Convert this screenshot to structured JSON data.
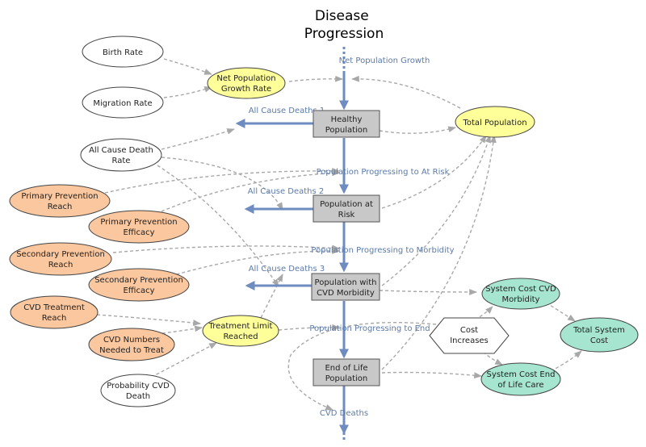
{
  "title": [
    "Disease",
    "Progression"
  ],
  "colors": {
    "stock": "#c8c8c8",
    "converter_auxiliary": "#ffff99",
    "input_orange": "#fbc79f",
    "cost_green": "#a6e5cf",
    "plain": "#ffffff",
    "pipe": "#6e8cc0",
    "link": "#a8a8a8"
  },
  "stocks": {
    "healthy": [
      "Healthy",
      "Population"
    ],
    "at_risk": [
      "Population at",
      "Risk"
    ],
    "cvd": [
      "Population with",
      "CVD Morbidity"
    ],
    "end_of_life": [
      "End of Life",
      "Population"
    ]
  },
  "flows": {
    "net_growth": "Net Population Growth",
    "all_cause_1": "All Cause Deaths 1",
    "progress_at_risk": "Population Progressing to At Risk",
    "all_cause_2": "All Cause Deaths 2",
    "progress_morbidity": "Population Progressing to Morbidity",
    "all_cause_3": "All Cause Deaths 3",
    "progress_end": "Population Progressing to End",
    "cvd_deaths": "CVD Deaths"
  },
  "variables": {
    "birth_rate": [
      "Birth Rate"
    ],
    "migration_rate": [
      "Migration Rate"
    ],
    "net_growth_rate": [
      "Net Population",
      "Growth Rate"
    ],
    "total_population": [
      "Total Population"
    ],
    "all_cause_death_rate": [
      "All Cause Death",
      "Rate"
    ],
    "primary_reach": [
      "Primary Prevention",
      "Reach"
    ],
    "primary_efficacy": [
      "Primary Prevention",
      "Efficacy"
    ],
    "secondary_reach": [
      "Secondary Prevention",
      "Reach"
    ],
    "secondary_efficacy": [
      "Secondary Prevention",
      "Efficacy"
    ],
    "cvd_treatment_reach": [
      "CVD Treatment",
      "Reach"
    ],
    "cvd_numbers": [
      "CVD Numbers",
      "Needed to Treat"
    ],
    "probability_cvd_death": [
      "Probability CVD",
      "Death"
    ],
    "treatment_limit": [
      "Treatment Limit",
      "Reached"
    ],
    "cost_increases": [
      "Cost",
      "Increases"
    ],
    "system_cost_cvd": [
      "System Cost CVD",
      "Morbidity"
    ],
    "system_cost_end": [
      "System Cost End",
      "of Life Care"
    ],
    "total_system_cost": [
      "Total System",
      "Cost"
    ]
  }
}
